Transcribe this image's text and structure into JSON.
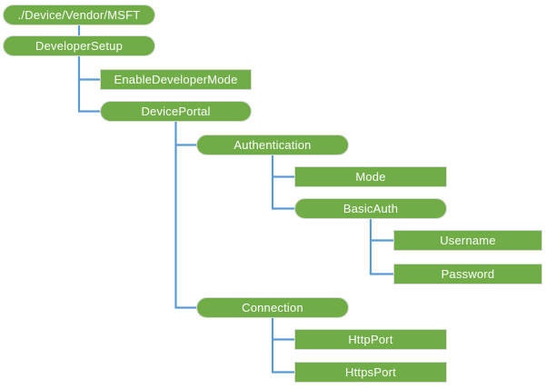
{
  "diagram": {
    "type": "tree",
    "description": "CSP configuration tree",
    "colors": {
      "node_fill": "#70AD47",
      "node_border": "#D9D9D9",
      "node_text": "#FFFFFF",
      "connector": "#5B9BD5",
      "background": "#FFFFFF"
    },
    "nodes": [
      {
        "label": "./Device/Vendor/MSFT",
        "shape": "rounded",
        "parent": null
      },
      {
        "label": "DeveloperSetup",
        "shape": "rounded",
        "parent": "./Device/Vendor/MSFT"
      },
      {
        "label": "EnableDeveloperMode",
        "shape": "rect",
        "parent": "DeveloperSetup"
      },
      {
        "label": "DevicePortal",
        "shape": "rounded",
        "parent": "DeveloperSetup"
      },
      {
        "label": "Authentication",
        "shape": "rounded",
        "parent": "DevicePortal"
      },
      {
        "label": "Mode",
        "shape": "rect",
        "parent": "Authentication"
      },
      {
        "label": "BasicAuth",
        "shape": "rounded",
        "parent": "Authentication"
      },
      {
        "label": "Username",
        "shape": "rect",
        "parent": "BasicAuth"
      },
      {
        "label": "Password",
        "shape": "rect",
        "parent": "BasicAuth"
      },
      {
        "label": "Connection",
        "shape": "rounded",
        "parent": "DevicePortal"
      },
      {
        "label": "HttpPort",
        "shape": "rect",
        "parent": "Connection"
      },
      {
        "label": "HttpsPort",
        "shape": "rect",
        "parent": "Connection"
      }
    ]
  }
}
